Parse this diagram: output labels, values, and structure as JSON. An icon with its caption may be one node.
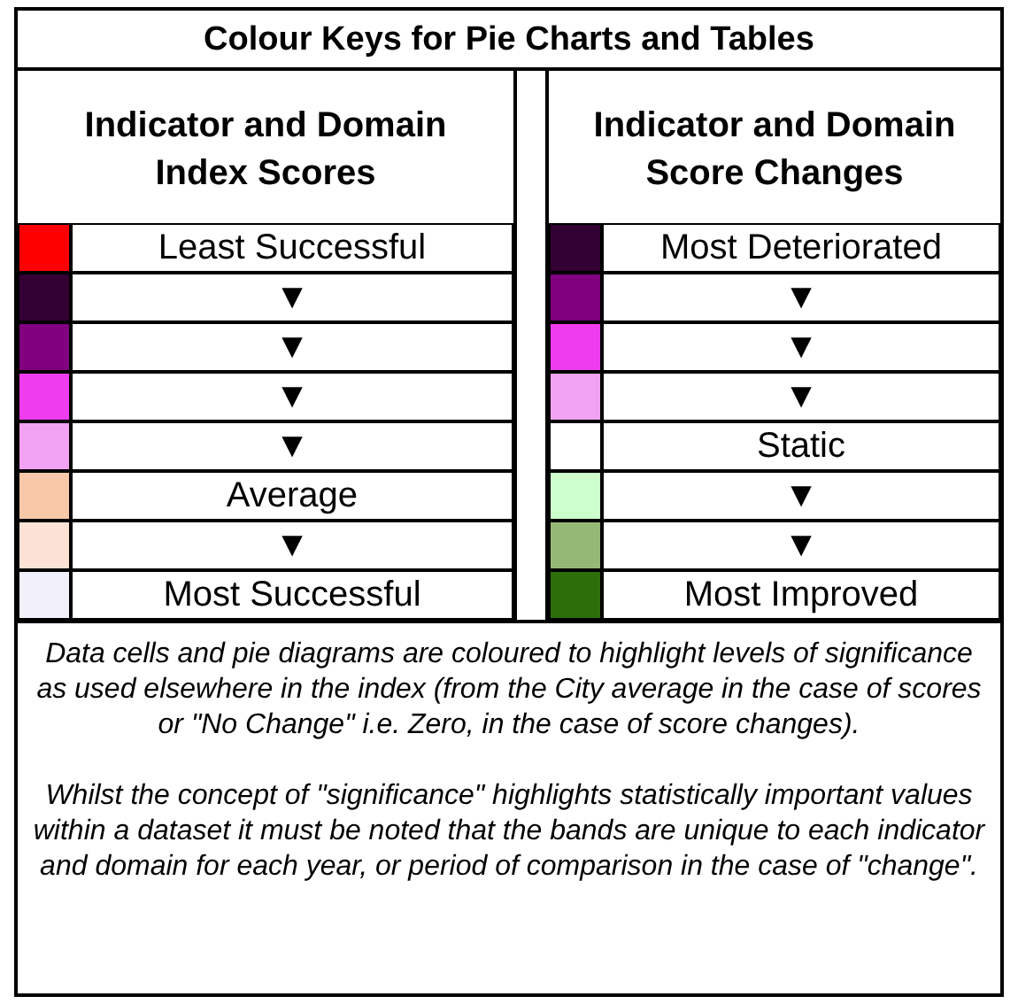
{
  "diagram": {
    "title": "Colour Keys for Pie Charts and Tables",
    "labels": [
      "Indicator and Domain Index Scores",
      "Indicator and Domain Score Changes",
      "Data cells and pie diagrams are coloured to highlight levels of significance as used elsewhere in the index (from the City average in the case of scores or \"No Change\" i.e. Zero, in the case of score changes).",
      "Whilst the concept of \"significance\" highlights statistically important values within a dataset it must be noted that the bands are unique to each indicator and domain for each year, or period of comparison in the case of \"change\"."
    ],
    "legend": [
      {
        "text": "Least Successful",
        "color": "#ff0000"
      },
      {
        "text": "▼",
        "color": "#330033"
      },
      {
        "text": "▼",
        "color": "#800080"
      },
      {
        "text": "▼",
        "color": "#ee3cee"
      },
      {
        "text": "▼",
        "color": "#f2a2f2"
      },
      {
        "text": "Average",
        "color": "#f8c8a8"
      },
      {
        "text": "▼",
        "color": "#fbe2d4"
      },
      {
        "text": "Most Successful",
        "color": "#f2f0fa"
      },
      {
        "text": "Most Deteriorated",
        "color": "#330033"
      },
      {
        "text": "▼",
        "color": "#800080"
      },
      {
        "text": "▼",
        "color": "#ee3cee"
      },
      {
        "text": "▼",
        "color": "#f2a2f2"
      },
      {
        "text": "Static",
        "color": "#ffffff"
      },
      {
        "text": "▼",
        "color": "#ccffcc"
      },
      {
        "text": "▼",
        "color": "#96b877"
      },
      {
        "text": "Most Improved",
        "color": "#2e6e0a"
      }
    ]
  }
}
